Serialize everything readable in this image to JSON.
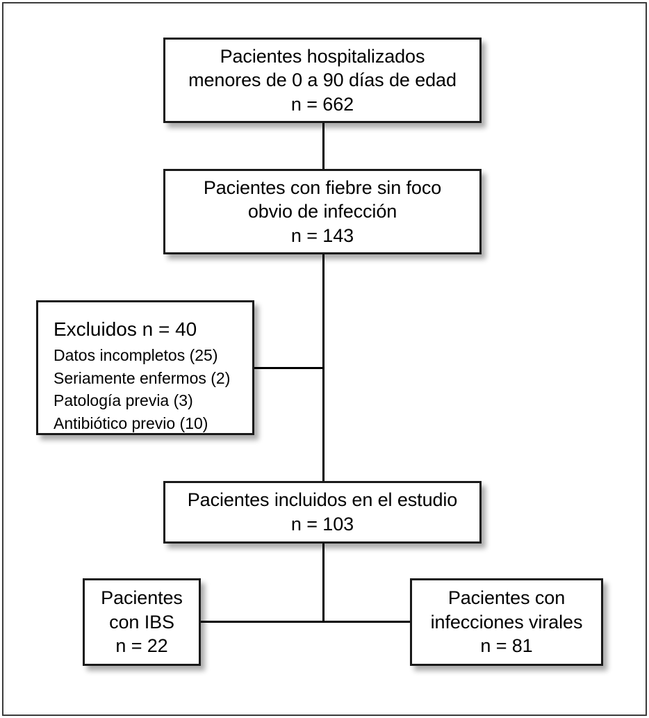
{
  "figure": {
    "type": "flowchart",
    "language": "es",
    "border_color": "#3b3b3b",
    "box_border_color": "#1a1a1a",
    "background_color": "#ffffff",
    "text_color": "#000000"
  },
  "nodes": {
    "hospitalized": {
      "id": "hospitalized",
      "text": "Pacientes hospitalizados\nmenores de 0 a 90 días de edad\nn = 662",
      "n": 662
    },
    "fever": {
      "id": "fever",
      "text": "Pacientes con fiebre sin foco\nobvio de infección\nn = 143",
      "n": 143
    },
    "excluded": {
      "id": "excluded",
      "heading": "Excluidos n = 40",
      "n": 40,
      "reasons": [
        {
          "label": "Datos incompletos (25)",
          "count": 25
        },
        {
          "label": "Seriamente enfermos (2)",
          "count": 2
        },
        {
          "label": "Patología previa (3)",
          "count": 3
        },
        {
          "label": "Antibiótico previo (10)",
          "count": 10
        }
      ]
    },
    "included": {
      "id": "included",
      "text": "Pacientes incluidos en el estudio\nn = 103",
      "n": 103
    },
    "ibs": {
      "id": "ibs",
      "text": "Pacientes\ncon IBS\nn = 22",
      "n": 22
    },
    "viral": {
      "id": "viral",
      "text": "Pacientes con\ninfecciones virales\nn = 81",
      "n": 81
    }
  }
}
